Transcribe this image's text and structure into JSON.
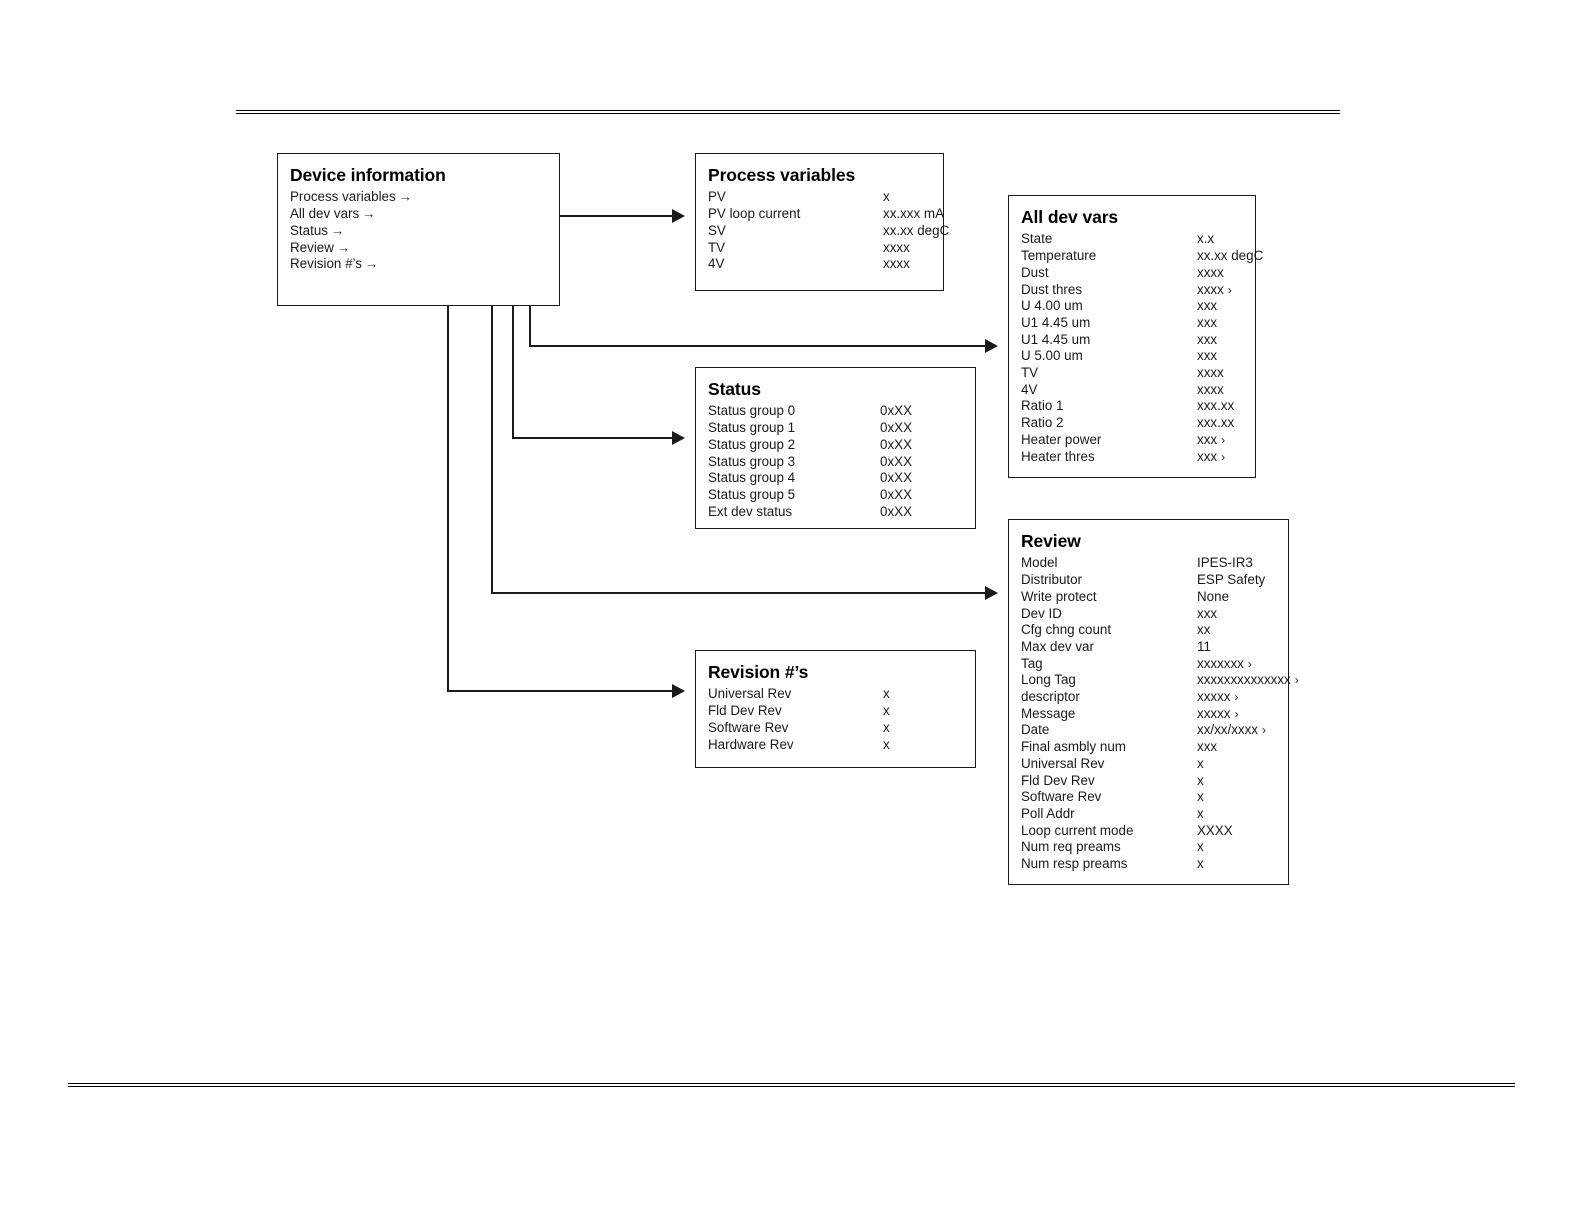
{
  "diagram": {
    "title": "Device information menu tree",
    "accent_color": "#1a1a1a",
    "background_color": "#ffffff"
  },
  "boxes": {
    "device_information": {
      "title": "Device information",
      "menu_items": [
        {
          "label": "Process variables",
          "arrow": "→"
        },
        {
          "label": "All dev vars",
          "arrow": "→"
        },
        {
          "label": "Status",
          "arrow": "→"
        },
        {
          "label": "Review",
          "arrow": "→"
        },
        {
          "label": "Revision #’s",
          "arrow": "→"
        }
      ]
    },
    "process_variables": {
      "title": "Process variables",
      "rows": [
        {
          "label": "PV",
          "value": "x"
        },
        {
          "label": "PV loop current",
          "value": "xx.xxx mA"
        },
        {
          "label": "SV",
          "value": "xx.xx degC"
        },
        {
          "label": "TV",
          "value": "xxxx"
        },
        {
          "label": "4V",
          "value": "xxxx"
        }
      ]
    },
    "all_dev_vars": {
      "title": "All dev vars",
      "rows": [
        {
          "label": "State",
          "value": "x.x"
        },
        {
          "label": "Temperature",
          "value": "xx.xx degC"
        },
        {
          "label": "Dust",
          "value": "xxxx"
        },
        {
          "label": "Dust thres",
          "value": "xxxx",
          "chevron": "›"
        },
        {
          "label": "U 4.00 um",
          "value": "xxx"
        },
        {
          "label": "U1 4.45 um",
          "value": "xxx"
        },
        {
          "label": "U1 4.45 um",
          "value": "xxx"
        },
        {
          "label": "U 5.00 um",
          "value": "xxx"
        },
        {
          "label": "TV",
          "value": "xxxx"
        },
        {
          "label": "4V",
          "value": "xxxx"
        },
        {
          "label": "Ratio 1",
          "value": "xxx.xx"
        },
        {
          "label": "Ratio 2",
          "value": "xxx.xx"
        },
        {
          "label": "Heater power",
          "value": "xxx",
          "chevron": "›"
        },
        {
          "label": "Heater thres",
          "value": "xxx",
          "chevron": "›"
        }
      ]
    },
    "status": {
      "title": "Status",
      "rows": [
        {
          "label": "Status group 0",
          "value": "0xXX"
        },
        {
          "label": "Status group 1",
          "value": "0xXX"
        },
        {
          "label": "Status group 2",
          "value": "0xXX"
        },
        {
          "label": "Status group 3",
          "value": "0xXX"
        },
        {
          "label": "Status group 4",
          "value": "0xXX"
        },
        {
          "label": "Status group 5",
          "value": "0xXX"
        },
        {
          "label": "Ext dev status",
          "value": "0xXX"
        }
      ]
    },
    "review": {
      "title": "Review",
      "rows": [
        {
          "label": "Model",
          "value": "IPES-IR3"
        },
        {
          "label": "Distributor",
          "value": "ESP Safety"
        },
        {
          "label": "Write protect",
          "value": "None"
        },
        {
          "label": "Dev ID",
          "value": "xxx"
        },
        {
          "label": "Cfg chng count",
          "value": "xx"
        },
        {
          "label": "Max dev var",
          "value": "11"
        },
        {
          "label": "Tag",
          "value": "xxxxxxx",
          "chevron": "›"
        },
        {
          "label": "Long Tag",
          "value": "xxxxxxxxxxxxxx",
          "chevron": "›"
        },
        {
          "label": "descriptor",
          "value": "xxxxx",
          "chevron": "›"
        },
        {
          "label": "Message",
          "value": "xxxxx",
          "chevron": "›"
        },
        {
          "label": "Date",
          "value": "xx/xx/xxxx",
          "chevron": "›"
        },
        {
          "label": "Final asmbly num",
          "value": "xxx"
        },
        {
          "label": "Universal Rev",
          "value": "x"
        },
        {
          "label": "Fld Dev Rev",
          "value": "x"
        },
        {
          "label": "Software Rev",
          "value": "x"
        },
        {
          "label": "Poll Addr",
          "value": "x"
        },
        {
          "label": "Loop current mode",
          "value": "XXXX"
        },
        {
          "label": "Num req preams",
          "value": "x"
        },
        {
          "label": "Num resp preams",
          "value": "x"
        }
      ]
    },
    "revision_numbers": {
      "title": "Revision #’s",
      "rows": [
        {
          "label": "Universal Rev",
          "value": "x"
        },
        {
          "label": "Fld Dev Rev",
          "value": "x"
        },
        {
          "label": "Software Rev",
          "value": "x"
        },
        {
          "label": "Hardware Rev",
          "value": "x"
        }
      ]
    }
  },
  "connectors": [
    {
      "from": "device_information",
      "to": "process_variables"
    },
    {
      "from": "device_information",
      "to": "all_dev_vars"
    },
    {
      "from": "device_information",
      "to": "status"
    },
    {
      "from": "device_information",
      "to": "review"
    },
    {
      "from": "device_information",
      "to": "revision_numbers"
    }
  ]
}
